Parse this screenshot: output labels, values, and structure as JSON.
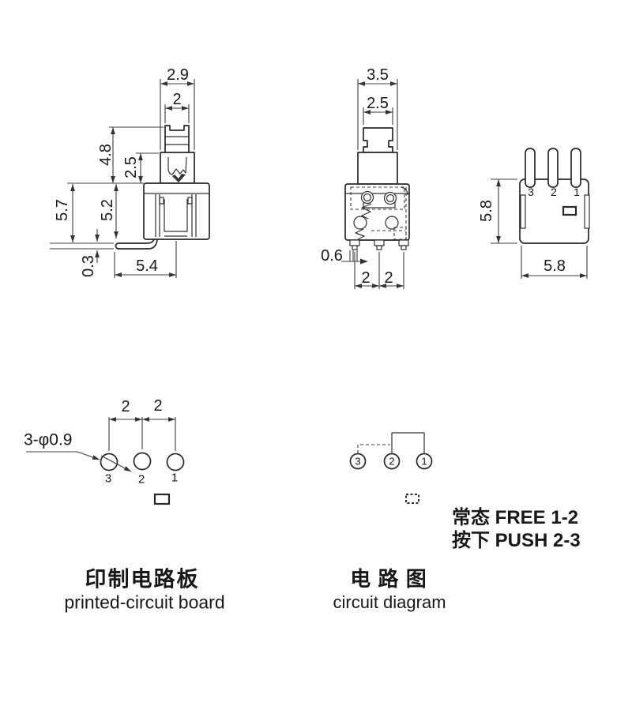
{
  "title": "push-button switch technical drawing",
  "colors": {
    "line": "#282828",
    "dim": "#3d3d3d",
    "background": "#ffffff",
    "text": "#181818"
  },
  "side_view": {
    "dim_top_width": "2.9",
    "dim_knob_width": "2",
    "dim_plunger_height": "4.8",
    "dim_cam_height": "2.5",
    "dim_total_height": "5.7",
    "dim_body_height": "5.2",
    "dim_lead_thickness": "0.3",
    "dim_bottom_width": "5.4"
  },
  "front_view": {
    "dim_stem_width": "3.5",
    "dim_knob_width": "2.5",
    "dim_pin_width": "0.6",
    "dim_pin_pitch_left": "2",
    "dim_pin_pitch_right": "2"
  },
  "rear_view": {
    "dim_height": "5.8",
    "dim_width": "5.8",
    "pin_labels": [
      "3",
      "2",
      "1"
    ]
  },
  "pcb": {
    "hole_spec": "3-φ0.9",
    "dim_pitch_left": "2",
    "dim_pitch_right": "2",
    "pad_labels": [
      "3",
      "2",
      "1"
    ],
    "caption_zh": "印制电路板",
    "caption_en": "printed-circuit board"
  },
  "circuit": {
    "terminal_labels": [
      "3",
      "2",
      "1"
    ],
    "state_free": "常态 FREE 1-2",
    "state_push": "按下 PUSH 2-3",
    "caption_zh": "电 路 图",
    "caption_en": "circuit diagram"
  }
}
